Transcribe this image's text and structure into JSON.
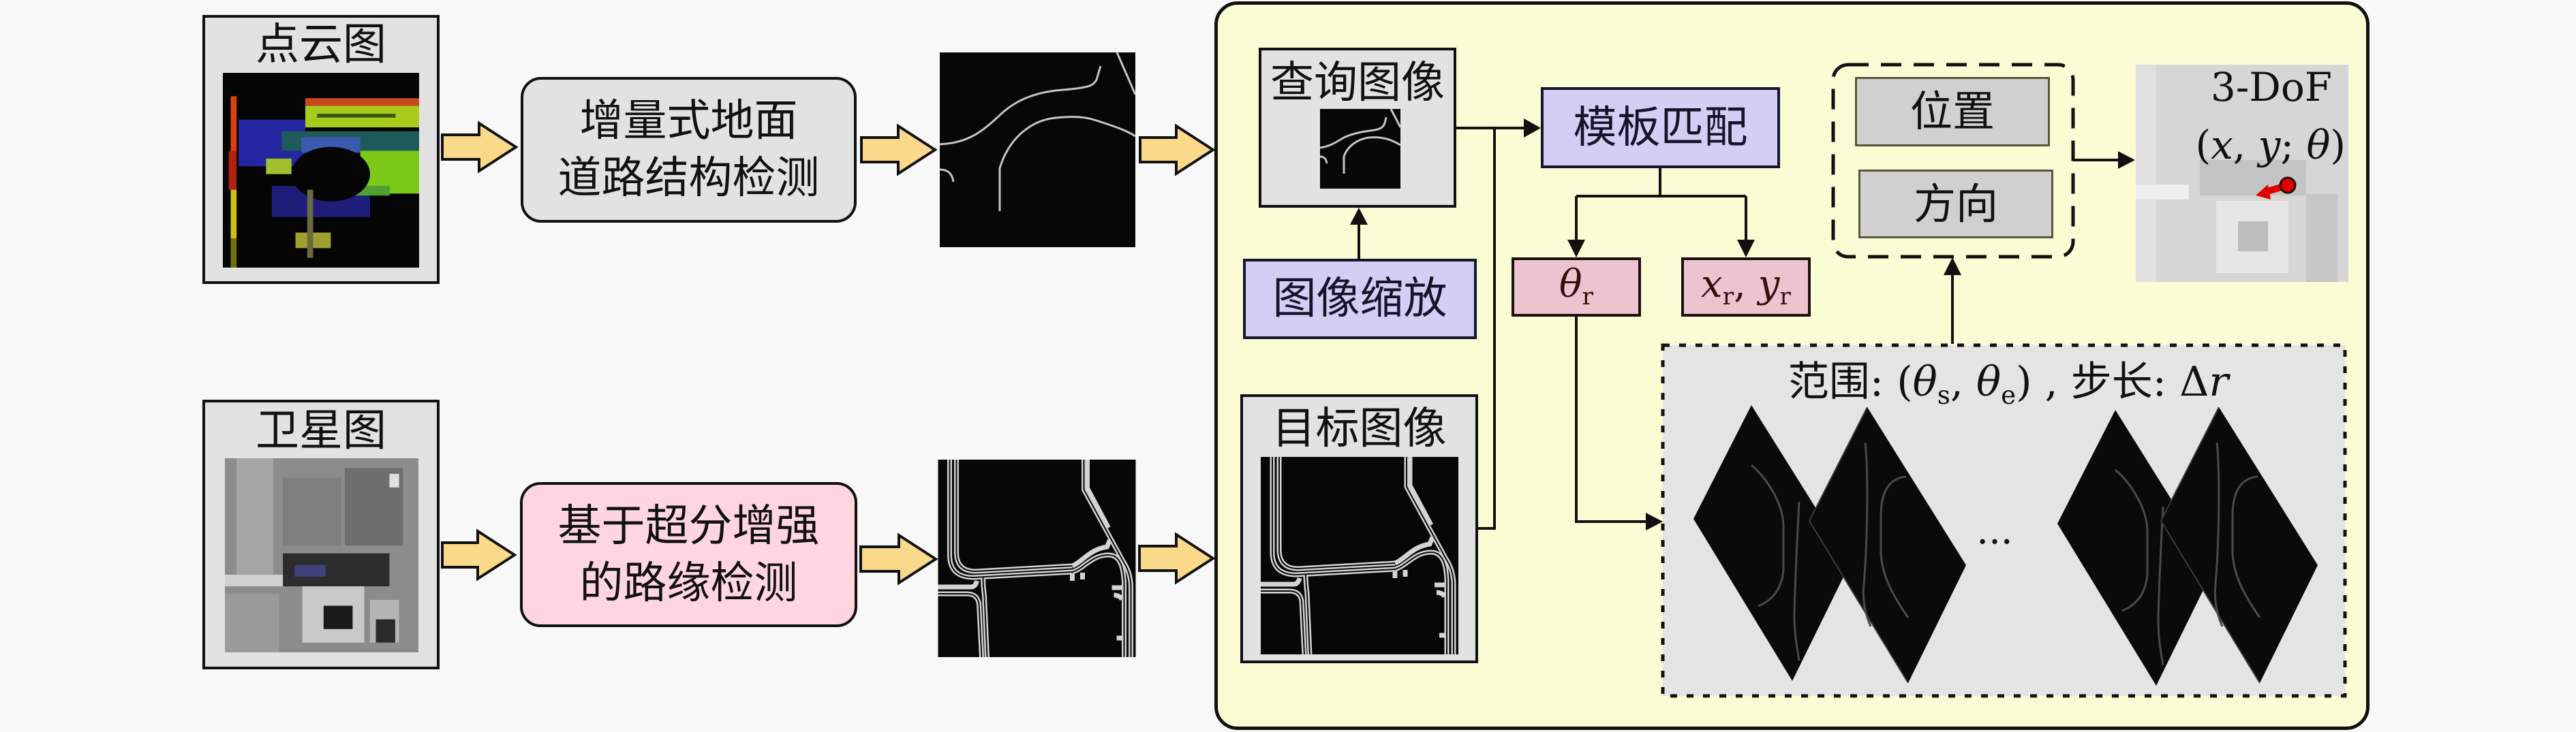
{
  "colors": {
    "page_bg": "#F8F8F8",
    "panel_bg": "#E2E2E2",
    "yellow_container": "#FAFCD3",
    "lavender": "#D2CEF4",
    "pink_result": "#EBC4CF",
    "pink_process": "#FFD6E0",
    "gray_output": "#D0D0D0",
    "search_bg": "#E4E4E4",
    "flow_arrow": "#FBD98A",
    "pose_arrow": "#E00000"
  },
  "inputs": {
    "point_cloud": {
      "title": "点云图"
    },
    "satellite": {
      "title": "卫星图"
    }
  },
  "processes": {
    "ground_road_structure": {
      "line1": "增量式地面",
      "line2": "道路结构检测"
    },
    "curb_detection": {
      "line1": "基于超分增强",
      "line2": "的路缘检测"
    }
  },
  "module": {
    "query_image": {
      "title": "查询图像"
    },
    "image_scaling": {
      "label": "图像缩放"
    },
    "target_image": {
      "title": "目标图像"
    },
    "template_matching": {
      "label": "模板匹配"
    },
    "theta_r": {
      "symbol": "θ",
      "subscript": "r"
    },
    "xy_r": {
      "x": "x",
      "x_sub": "r",
      "sep": ", ",
      "y": "y",
      "y_sub": "r"
    },
    "outputs": {
      "position": "位置",
      "orientation": "方向"
    },
    "result": {
      "title": "3-DoF",
      "open": "(",
      "x": "x",
      "comma": ", ",
      "y": "y",
      "semicolon": "; ",
      "theta": "θ",
      "close": ")"
    },
    "search": {
      "range_label": "范围: ",
      "open": "(",
      "theta_start": "θ",
      "start_sub": "s",
      "comma": ", ",
      "theta_end": "θ",
      "end_sub": "e",
      "close": ")",
      "separator": " , ",
      "step_label": "步长: ",
      "delta": "Δ",
      "step_var": "r",
      "ellipsis": "..."
    }
  }
}
